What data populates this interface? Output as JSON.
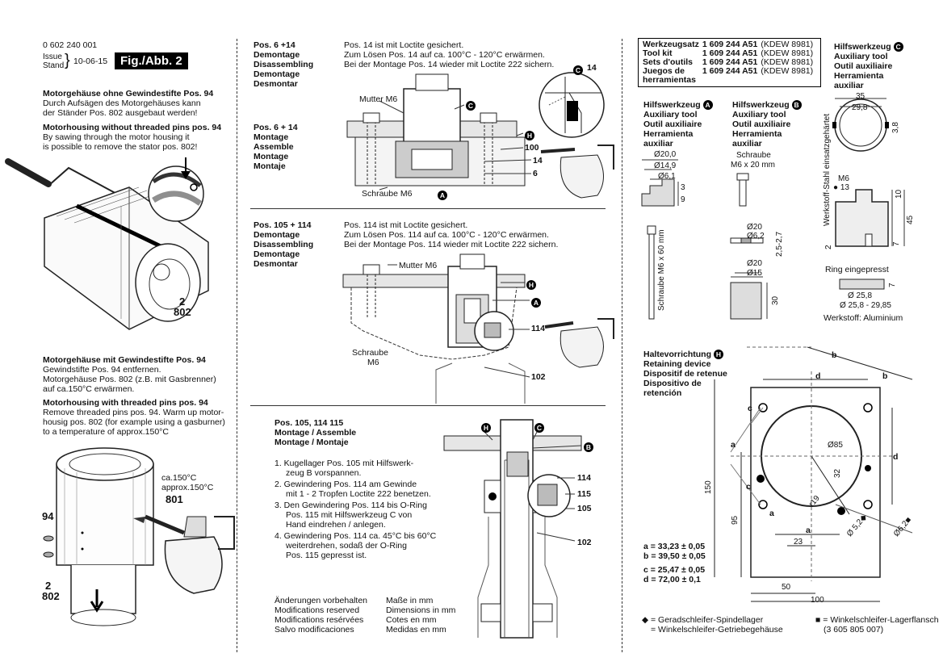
{
  "header": {
    "doc_number": "0 602 240 001",
    "issue_label": "Issue",
    "stand_label": "Stand",
    "date": "10-06-15",
    "fig_label": "Fig./Abb. 2"
  },
  "col1": {
    "s1_title_de": "Motorgehäuse ohne Gewindestifte Pos. 94",
    "s1_text_de": [
      "Durch Aufsägen des Motorgehäuses kann",
      "der Ständer Pos. 802 ausgebaut werden!"
    ],
    "s1_title_en": "Motorhousing without threaded pins pos. 94",
    "s1_text_en": [
      "By sawing through the motor housing it",
      "is possible to remove the stator pos. 802!"
    ],
    "fig1_labels": {
      "pos_a": "2",
      "pos_b": "802"
    },
    "s2_title_de": "Motorgehäuse mit Gewindestifte Pos. 94",
    "s2_text_de": [
      "Gewindstifte Pos. 94 entfernen.",
      "Motorgehäuse Pos. 802 (z.B. mit Gasbrenner)",
      "auf ca.150°C erwärmen."
    ],
    "s2_title_en": "Motorhousing with threaded pins pos. 94",
    "s2_text_en": [
      "Remove threaded pins pos. 94. Warm up motor-",
      "housig pos. 802 (for example using a gasburner)",
      "to a temperature of approx.150°C"
    ],
    "fig2_labels": {
      "temp_de": "ca.150°C",
      "temp_en": "approx.150°C",
      "pos801": "801",
      "pos94": "94",
      "pos2": "2",
      "pos802": "802"
    }
  },
  "col2": {
    "sec1": {
      "headers": [
        "Pos. 6 +14",
        "Demontage",
        "Disassembling",
        "Demontage",
        "Desmontar"
      ],
      "text": [
        "Pos. 14 ist mit Loctite gesichert.",
        "Zum Lösen Pos. 14 auf ca. 100°C - 120°C erwärmen.",
        "Bei der Montage Pos. 14 wieder mit Loctite 222 sichern."
      ],
      "headers2": [
        "Pos. 6 + 14",
        "Montage",
        "Assemble",
        "Montage",
        "Montaje"
      ],
      "labels": {
        "mutter": "Mutter M6",
        "schraube": "Schraube M6",
        "c": "C",
        "h": "H",
        "a": "A",
        "p100": "100",
        "p14": "14",
        "p6": "6",
        "p14b": "14"
      }
    },
    "sec2": {
      "headers": [
        "Pos. 105 + 114",
        "Demontage",
        "Disassembling",
        "Demontage",
        "Desmontar"
      ],
      "text": [
        "Pos. 114 ist mit Loctite gesichert.",
        "Zum Lösen Pos. 114 auf ca. 100°C - 120°C  erwärmen.",
        "Bei der Montage Pos. 114 wieder mit Loctite 222 sichern."
      ],
      "labels": {
        "mutter": "Mutter M6",
        "schraube1": "Schraube",
        "schraube2": "M6",
        "h": "H",
        "a": "A",
        "p114": "114",
        "p102": "102"
      }
    },
    "sec3": {
      "headers": [
        "Pos. 105, 114  115",
        "Montage / Assemble",
        "Montage / Montaje"
      ],
      "steps": [
        [
          "1. Kugellager Pos. 105 mit Hilfswerk-",
          "zeug B vorspannen."
        ],
        [
          "2. Gewindering Pos. 114 am Gewinde",
          "mit 1 - 2 Tropfen Loctite 222 benetzen."
        ],
        [
          "3. Den Gewindering Pos. 114 bis O-Ring",
          "Pos. 115 mit Hilfswerkzeug C von",
          "Hand eindrehen / anlegen."
        ],
        [
          "4. Gewindering Pos. 114 ca. 45°C bis 60°C",
          "weiterdrehen, sodaß der O-Ring",
          "Pos. 115 gepresst ist."
        ]
      ],
      "labels": {
        "h": "H",
        "c": "C",
        "b": "B",
        "p114": "114",
        "p115": "115",
        "p105": "105",
        "p102": "102"
      },
      "footer_left": [
        "Änderungen vorbehalten",
        "Modifications reserved",
        "Modifications resérvées",
        "Salvo modificaciones"
      ],
      "footer_right": [
        "Maße in mm",
        "Dimensions in mm",
        "Cotes en mm",
        "Medidas en mm"
      ]
    }
  },
  "col3": {
    "kit": [
      [
        "Werkzeugsatz",
        "1 609 244 A51",
        "(KDEW 8981)"
      ],
      [
        "Tool kit",
        "1 609 244 A51",
        "(KDEW 8981)"
      ],
      [
        "Sets d'outils",
        "1 609 244 A51",
        "(KDEW 8981)"
      ],
      [
        "Juegos de",
        "1 609 244 A51",
        "(KDEW 8981)"
      ],
      [
        "herramientas",
        "",
        ""
      ]
    ],
    "toolC": {
      "title": "Hilfswerkzeug",
      "badge": "C",
      "lines": [
        "Auxiliary tool",
        "Outil auxiliaire",
        "Herramienta",
        "auxiliar"
      ]
    },
    "toolA": {
      "title": "Hilfswerkzeug",
      "badge": "A",
      "lines": [
        "Auxiliary tool",
        "Outil auxiliaire",
        "Herramienta",
        "auxiliar"
      ],
      "dims": [
        "Ø20,0",
        "Ø14,9",
        "Ø6,1",
        "3",
        "9"
      ],
      "bolt": "Schraube M6 x 60 mm"
    },
    "toolB": {
      "title": "Hilfswerkzeug",
      "badge": "B",
      "lines": [
        "Auxiliary tool",
        "Outil auxiliaire",
        "Herramienta",
        "auxiliar"
      ],
      "screw": [
        "Schraube",
        "M6 x 20 mm"
      ],
      "dims": [
        "Ø20",
        "Ø6,2",
        "2,5-2,7",
        "Ø20",
        "Ø15",
        "30"
      ]
    },
    "toolCdims": {
      "d35": "35",
      "d298": "29,8",
      "d38": "3,8",
      "m6": "M6",
      "d13": "13",
      "d10": "10",
      "d45": "45",
      "d2": "2",
      "d7": "7",
      "vertical": "Werkstoff-Stahl einsatzgehärtet",
      "ring": "Ring eingepresst",
      "ring_d7": "7",
      "ring1": "Ø 25,8",
      "ring2": "Ø 25,8 - 29,85",
      "material": "Werkstoff: Aluminium"
    },
    "toolH": {
      "badge": "H",
      "lines": [
        "Haltevorrichtung",
        "Retaining device",
        "Dispositif de retenue",
        "Dispositivo de",
        "retención"
      ],
      "dims": {
        "b": "b",
        "d": "d",
        "c": "c",
        "a": "a",
        "d85": "Ø85",
        "d32": "32",
        "r19": "r19",
        "d52": "Ø 5,2",
        "d62": "Ø6,2",
        "d150": "150",
        "d95": "95",
        "d23": "23",
        "d50": "50",
        "d100": "100"
      },
      "values": [
        "a = 33,23 ± 0,05",
        "b = 39,50 ± 0,05",
        "c = 25,47 ± 0,05",
        "d = 72,00 ± 0,1"
      ]
    },
    "legend": {
      "diamond": [
        "= Geradschleifer-Spindellager",
        "= Winkelschleifer-Getriebegehäuse"
      ],
      "square": [
        "= Winkelschleifer-Lagerflansch",
        "(3 605 805 007)"
      ]
    }
  }
}
